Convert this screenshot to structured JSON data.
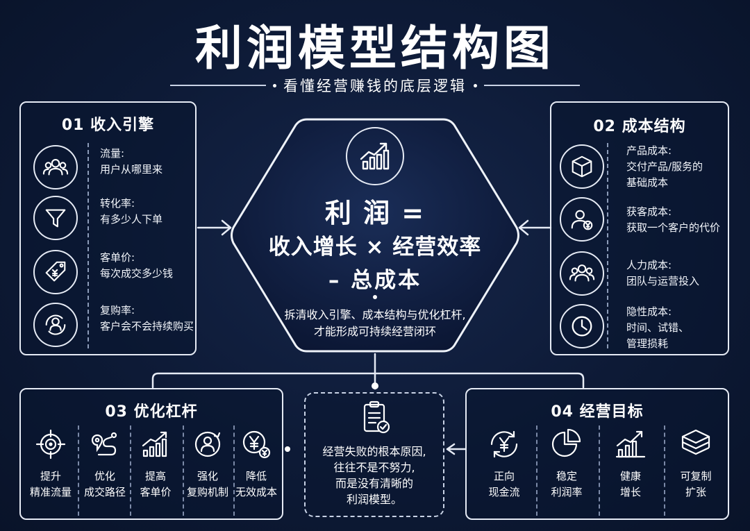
{
  "header": {
    "title": "利润模型结构图",
    "subtitle": "看懂经营赚钱的底层逻辑"
  },
  "center": {
    "formula_line1": "利 润 =",
    "formula_line2": "收入增长 × 经营效率",
    "formula_line3": "– 总成本",
    "desc_line1": "拆清收入引擎、成本结构与优化杠杆,",
    "desc_line2": "才能形成可持续经营闭环"
  },
  "panel1": {
    "title": "01 收入引擎",
    "items": [
      {
        "icon": "users-icon",
        "label": "流量:",
        "desc": "用户从哪里来"
      },
      {
        "icon": "funnel-icon",
        "label": "转化率:",
        "desc": "有多少人下单"
      },
      {
        "icon": "price-tag-icon",
        "label": "客单价:",
        "desc": "每次成交多少钱"
      },
      {
        "icon": "repeat-user-icon",
        "label": "复购率:",
        "desc": "客户会不会持续购买"
      }
    ]
  },
  "panel2": {
    "title": "02 成本结构",
    "items": [
      {
        "icon": "box-icon",
        "label": "产品成本:",
        "desc1": "交付产品/服务的",
        "desc2": "基础成本"
      },
      {
        "icon": "user-yen-icon",
        "label": "获客成本:",
        "desc1": "获取一个客户的代价",
        "desc2": ""
      },
      {
        "icon": "team-icon",
        "label": "人力成本:",
        "desc1": "团队与运营投入",
        "desc2": ""
      },
      {
        "icon": "clock-icon",
        "label": "隐性成本:",
        "desc1": "时间、试错、",
        "desc2": "管理损耗"
      }
    ]
  },
  "panel3": {
    "title": "03 优化杠杆",
    "items": [
      {
        "icon": "target-icon",
        "line1": "提升",
        "line2": "精准流量"
      },
      {
        "icon": "route-icon",
        "line1": "优化",
        "line2": "成交路径"
      },
      {
        "icon": "bar-growth-icon",
        "line1": "提高",
        "line2": "客单价"
      },
      {
        "icon": "user-refresh-icon",
        "line1": "强化",
        "line2": "复购机制"
      },
      {
        "icon": "yen-down-icon",
        "line1": "降低",
        "line2": "无效成本"
      }
    ]
  },
  "note": {
    "line1": "经营失败的根本原因,",
    "line2": "往往不是不努力,",
    "line3": "而是没有清晰的",
    "line4": "利润模型。"
  },
  "panel4": {
    "title": "04 经营目标",
    "items": [
      {
        "icon": "yen-cycle-icon",
        "line1": "正向",
        "line2": "现金流"
      },
      {
        "icon": "pie-chart-icon",
        "line1": "稳定",
        "line2": "利润率"
      },
      {
        "icon": "growth-chart-icon",
        "line1": "健康",
        "line2": "增长"
      },
      {
        "icon": "layers-icon",
        "line1": "可复制",
        "line2": "扩张"
      }
    ]
  },
  "colors": {
    "background": "#0d1a36",
    "line": "#e6ebf5",
    "dashed": "#8c9bb8"
  }
}
